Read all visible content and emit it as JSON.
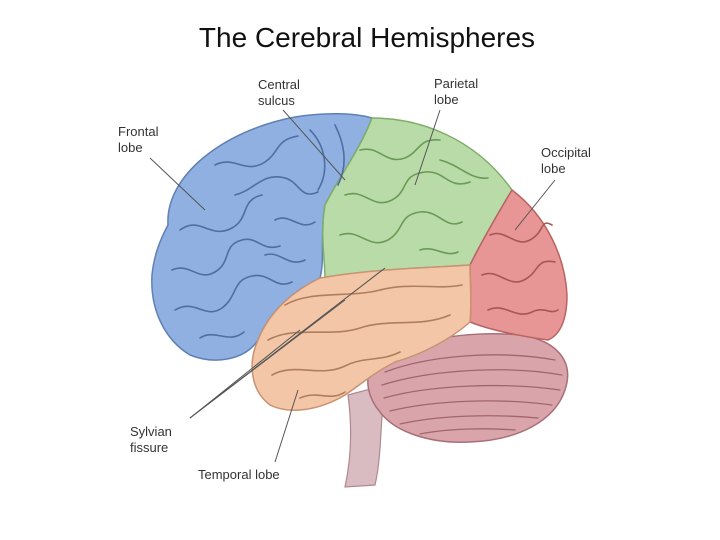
{
  "title": "The Cerebral Hemispheres",
  "labels": {
    "central_sulcus": {
      "line1": "Central",
      "line2": "sulcus"
    },
    "parietal_lobe": {
      "line1": "Parietal",
      "line2": "lobe"
    },
    "frontal_lobe": {
      "line1": "Frontal",
      "line2": "lobe"
    },
    "occipital_lobe": {
      "line1": "Occipital",
      "line2": "lobe"
    },
    "sylvian_fissure": {
      "line1": "Sylvian",
      "line2": "fissure"
    },
    "temporal_lobe": {
      "text": "Temporal lobe"
    }
  },
  "colors": {
    "frontal": "#8fb0e0",
    "parietal": "#b9dba8",
    "occipital": "#e89595",
    "temporal": "#f2c6a6",
    "cerebellum": "#d9a5aa",
    "brainstem": "#d9bcc2",
    "leader": "#555555"
  }
}
